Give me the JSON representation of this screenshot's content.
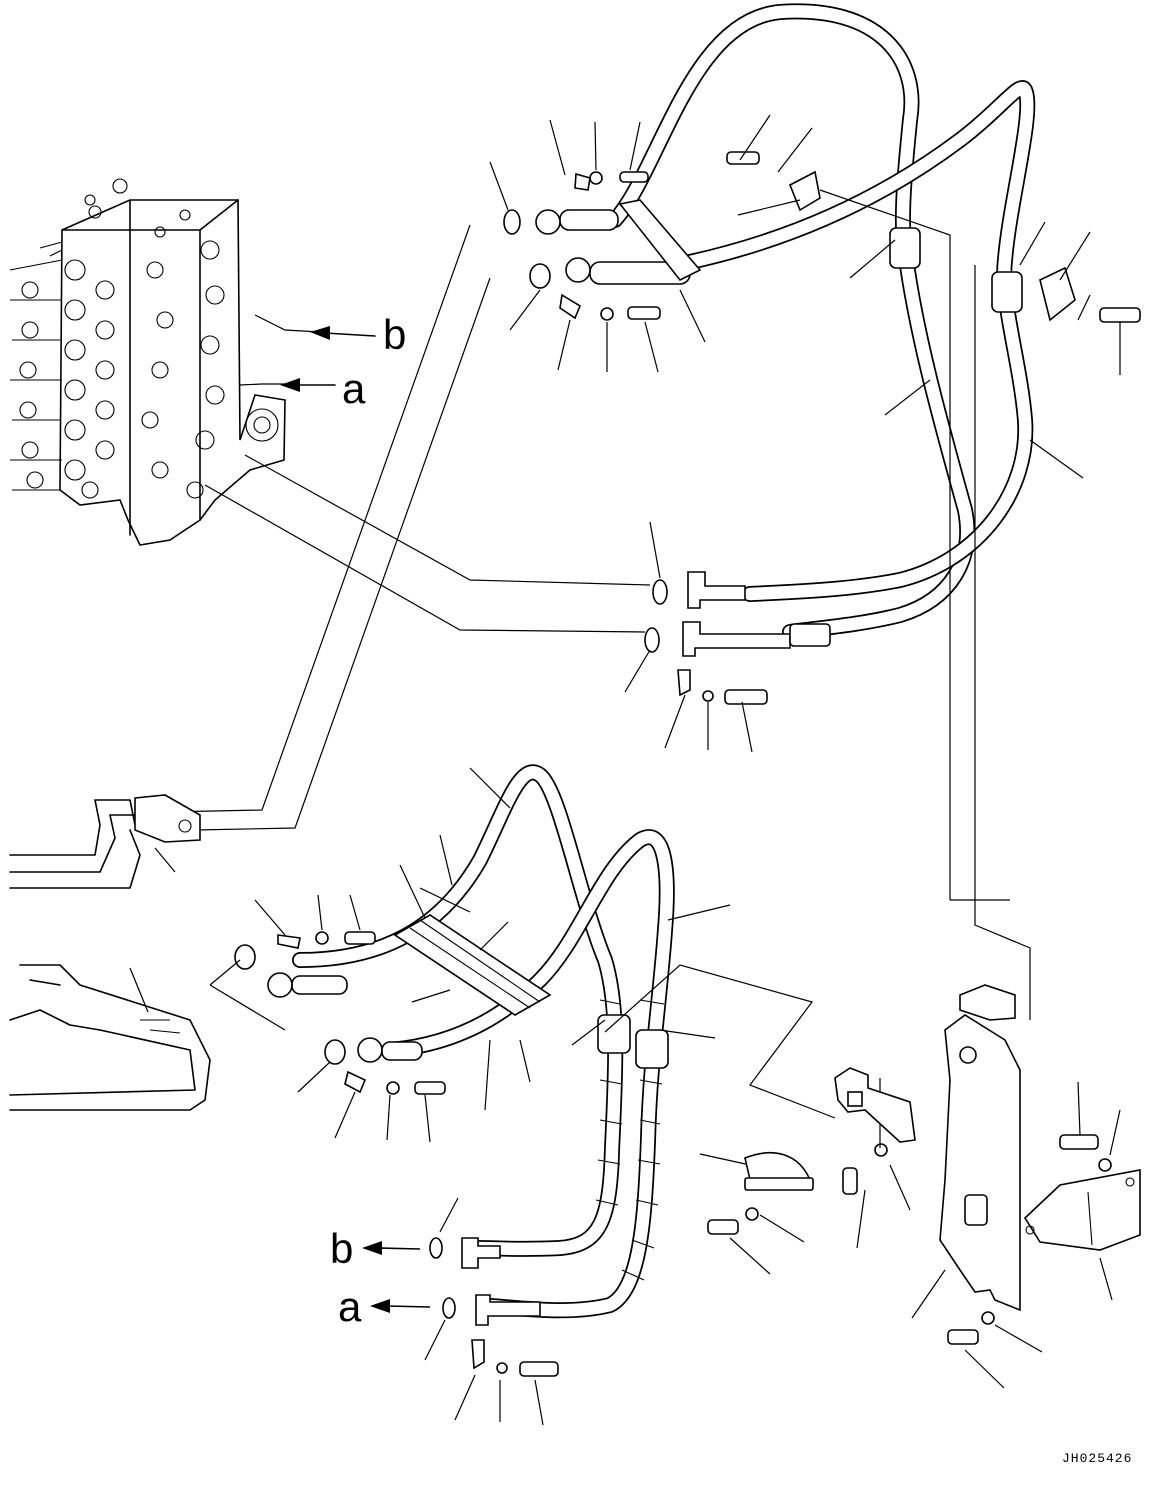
{
  "diagram": {
    "callouts": {
      "top_b": "b",
      "top_a": "a",
      "bottom_b": "b",
      "bottom_a": "a"
    },
    "drawing_code": "JH025426"
  }
}
